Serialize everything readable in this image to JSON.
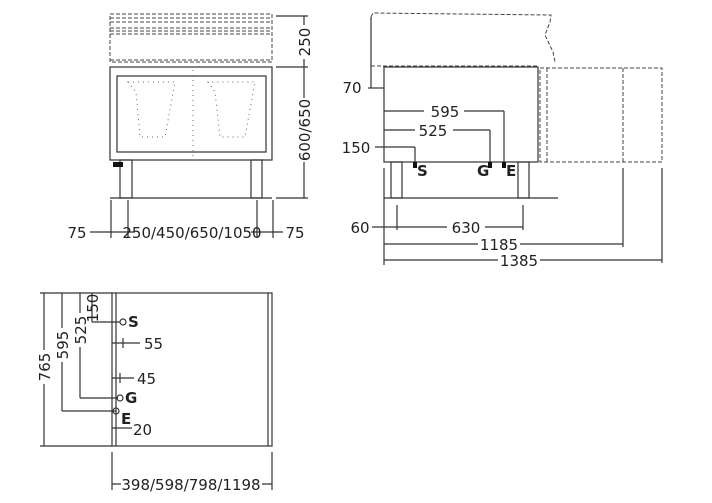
{
  "front_view": {
    "dims": {
      "top_height": "250",
      "body_height": "600/650",
      "left_offset": "75",
      "width": "250/450/650/1050",
      "right_offset": "75"
    }
  },
  "side_view": {
    "dims": {
      "top": "70",
      "e_pos": "595",
      "g_pos": "525",
      "s_pos": "150",
      "foot": "60",
      "leg_span": "630",
      "depth1": "1185",
      "depth2": "1385"
    },
    "labels": {
      "s": "S",
      "g": "G",
      "e": "E"
    }
  },
  "plan_view": {
    "dims": {
      "total": "765",
      "e": "595",
      "g": "525",
      "s": "150",
      "d55": "55",
      "d45": "45",
      "d20": "20",
      "width": "398/598/798/1198"
    },
    "labels": {
      "s": "S",
      "g": "G",
      "e": "E"
    }
  }
}
